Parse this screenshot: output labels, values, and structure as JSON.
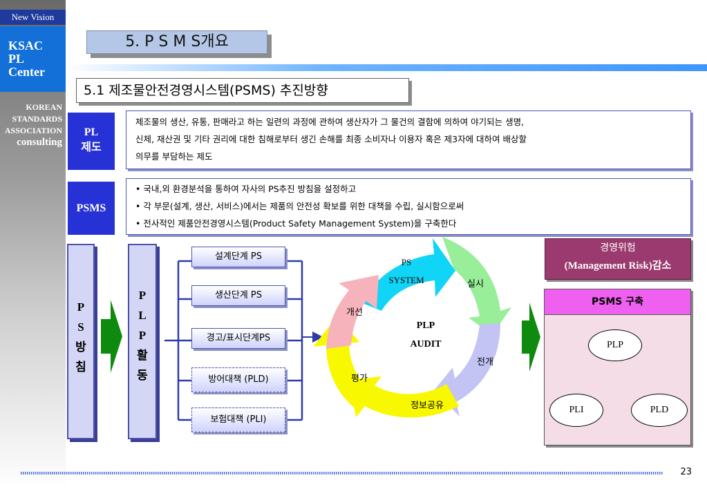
{
  "sidebar": {
    "new_vision": "New Vision",
    "ksac_lines": [
      "KSAC",
      "PL",
      "Center"
    ],
    "org_lines": [
      "KOREAN",
      "STANDARDS",
      "ASSOCIATION"
    ],
    "consulting": "consulting"
  },
  "header": {
    "title": "5. P S M S개요",
    "subtitle": "5.1 제조물안전경영시스템(PSMS) 추진방향"
  },
  "pl_system": {
    "label": "PL\n제도",
    "lines": [
      "제조물의 생산, 유통, 판매라고 하는 일련의 과정에 관하여 생산자가 그 물건의 결함에 의하여 야기되는 생명,",
      "신체, 재산권 및 기타 권리에 대한 침해로부터 생긴 손해를 최종 소비자나 이용자 혹은 제3자에 대하여 배상할",
      "의무를 부담하는 제도"
    ]
  },
  "psms": {
    "label": "PSMS",
    "lines": [
      "• 국내,외 환경분석을 통하여 자사의 PS추진 방침을 설정하고",
      "• 각 부문(설계, 생산, 서비스)에서는 제품의 안전성 확보를 위한 대책을 수립, 실시함으로써",
      "• 전사적인 제품안전경영시스템(Product Safety Management System)을 구축한다"
    ]
  },
  "ps_policy": {
    "chars": [
      "P",
      "S",
      "방",
      "침"
    ]
  },
  "plp_activity": {
    "chars": [
      "P",
      "L",
      "P",
      "활",
      "동"
    ]
  },
  "activities": [
    "설계단계 PS",
    "생산단계 PS",
    "경고/표시단계PS",
    "방어대책 (PLD)",
    "보험대책 (PLI)"
  ],
  "cycle": {
    "center_lines": [
      "PLP",
      "AUDIT"
    ],
    "ps_system": [
      "PS",
      "SYSTEM"
    ],
    "segments": [
      "실시",
      "전개",
      "정보공유",
      "평가",
      "개선"
    ],
    "colors": {
      "cyan": "#11d5f7",
      "green": "#99ee99",
      "lavender": "#c3c3f4",
      "yellow": "#f8f800",
      "pink": "#f7b3bb"
    }
  },
  "risk": {
    "line1": "경영위험",
    "line2": "(Management Risk)감소"
  },
  "psms_build": {
    "title": "PSMS 구축",
    "nodes": [
      "PLP",
      "PLI",
      "PLD"
    ]
  },
  "footer": {
    "page": "23"
  },
  "colors": {
    "label_blue": "#2732d6",
    "title_bg": "#b4c7e6",
    "arrow_green": "#0e8a0e",
    "risk_bg": "#9a3a6e",
    "psms_header": "#f060f0",
    "psms_body": "#f4dde6"
  }
}
